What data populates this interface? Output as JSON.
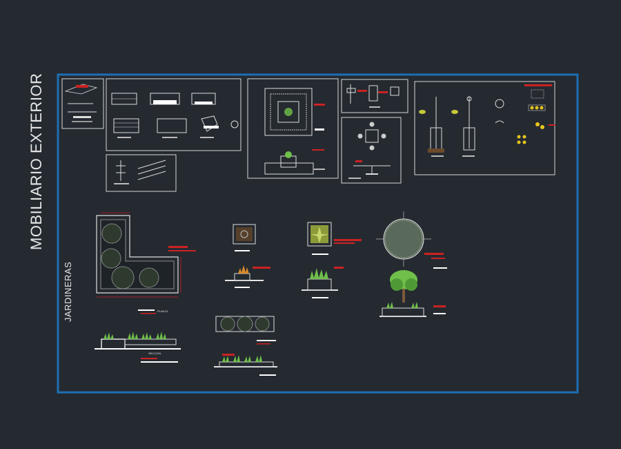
{
  "drawing": {
    "title": "MOBILIARIO EXTERIOR",
    "section_label": "JARDINERAS",
    "plan_label": "PLANTA",
    "section_view_label": "SECCION"
  },
  "colors": {
    "background": "#252a31",
    "frame": "#1d6fb3",
    "linework": "#e6e6e6",
    "annotation": "#e0211e",
    "foliage": "#6fbf4a",
    "highlight": "#e8c51b"
  }
}
